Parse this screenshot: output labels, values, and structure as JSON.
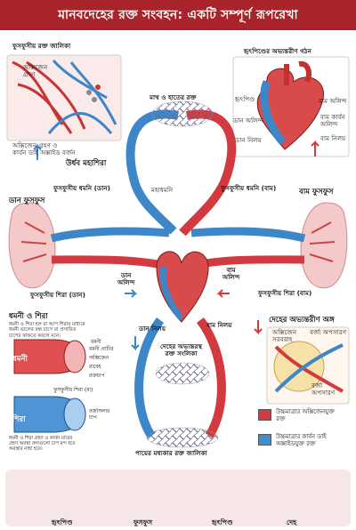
{
  "header": {
    "title": "মানবদেহের রক্ত সংবহন: একটি সম্পূর্ণ রূপরেখা"
  },
  "labels": {
    "pulmonary_capillary_title": "ফুসফুসীয় রক্ত জালিকা",
    "oxygen_intake": "অক্সিজেন\nগ্রহণ",
    "oxygen_co2_exchange": "অক্সিজেন গ্রহণ ও\nকার্বন ডাই অক্সাইড বর্জন",
    "head_arm_blood": "মাথ ও হাতের রক্ত",
    "heart_internal_title": "হৃৎপিণ্ডের অভ্যন্তরীণ গঠন",
    "inset_label_1": "হৃৎপিণ্ড",
    "inset_label_2": "ডান অলিন্দ",
    "inset_label_3": "ডান নিলয়",
    "inset_label_4": "বাম অলিন্দ",
    "inset_label_5": "বাম কার্বন\nঅলিন্দ",
    "inset_label_6": "বাম নিলয়",
    "superior_vena_cava": "উর্ধব মহাশিরা",
    "aorta": "মহাধমনি",
    "pulmonary_artery_right": "ফুসফুসীয় ধমনি (ডান)",
    "pulmonary_artery_left": "ফুসফুসীয় ধমনি (বাম)",
    "right_lung": "ডান ফুসফুস",
    "left_lung": "বাম ফুসফুস",
    "right_atrium": "ডান\nঅলিন্দ",
    "left_atrium": "বাম\nঅলিন্দ",
    "pulmonary_vein_right": "ফুসফুসীয় শিরা (ডান)",
    "pulmonary_vein_left": "ফুসফুসীয় শিরা (বাম)",
    "right_ventricle": "ডান নিলয়",
    "left_ventricle": "বাম নিলয়",
    "internal_capillary": "দেহের অভ্যন্তরস্থ\nরক্ত সংলিকা",
    "internal_organs_title": "দেহের অভ্যন্তরীণ অঙ্গ",
    "oxygen_supply": "অক্সিজেন\nসরবরাহ",
    "waste_removal_top": "বর্জ্য অপসারণ",
    "waste_removal_bottom": "বর্জ্য\nঅপসারণ",
    "leg_capillary": "পায়ের মধ্যকার রক্ত জালিকা"
  },
  "vessels_panel": {
    "title": "ধমনী ও শিরা",
    "description": "ধমনী ও শিরা হল বা আপ শিরার মাধ্যমে\nধমনী ভালের বন্ধ চাপে রা প্রসারিত\nচাপের থাকতে করলে মনে।",
    "artery_label": "ধমনী",
    "vein_label": "শিরা",
    "artery_parts": [
      "ধমনী",
      "ধমনী প্রাচীর",
      "অক্সিজেন",
      "রাবেহ",
      "রক্তচাপ"
    ],
    "vein_parts": [
      "ফুসফুসীয় শিরা (মা)",
      "বর্জাসলার\nচাপ"
    ],
    "footnote": "ধমনী ও শিরা গ্রহণ ও কার্বন মারের\nগ্রহণ অবস্থা রুলগুলো চাপ মন্দ হবে\nঅবস্থার নাহা হবে।"
  },
  "legend": [
    {
      "label": "উচ্চমাত্রার অক্সিজেনযুক্ত\nরক্ত",
      "color": "#d33a3f"
    },
    {
      "label": "উচ্চমাত্রার কার্বন ডাই\nঅক্সাইডযুক্ত রক্ত",
      "color": "#3d8fd0"
    }
  ],
  "flow": [
    {
      "label": "হৃৎপিণ্ড",
      "icon": "heart-icon"
    },
    {
      "label": "ফুসফুস",
      "icon": "lungs-icon"
    },
    {
      "label": "হৃৎপিণ্ড",
      "icon": "heart-icon"
    },
    {
      "label": "দেহ",
      "icon": "body-icon"
    }
  ],
  "colors": {
    "header": "#a8232a",
    "oxygenated": "#d33a3f",
    "deoxygenated": "#3d8fd0",
    "lung": "#f4c9c9",
    "footer": "#f6e6e8"
  }
}
